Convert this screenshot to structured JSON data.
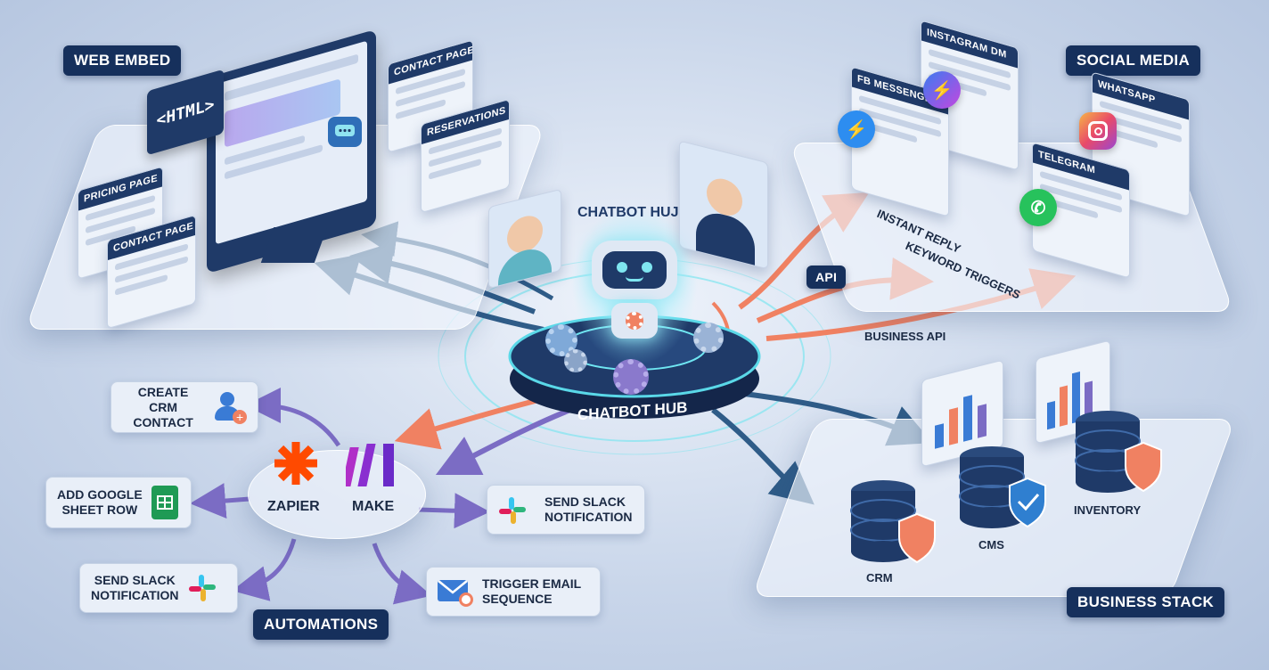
{
  "hub": {
    "title_top": "CHATBOT HUJ",
    "title_base": "CHATBOT HUB"
  },
  "web_embed": {
    "tag": "WEB EMBED",
    "html_card": "<HTML>",
    "cards": [
      "CONTACT PAGE",
      "RESERVATIONS",
      "PRICING PAGE",
      "CONTACT PAGE"
    ]
  },
  "social_media": {
    "tag": "SOCIAL MEDIA",
    "cards": [
      "INSTAGRAM DM",
      "FB MESSENGER",
      "WHATSAPP",
      "TELEGRAM"
    ],
    "flow_labels": [
      "INSTANT REPLY",
      "KEYWORD TRIGGERS"
    ],
    "api_label": "API",
    "business_api_label": "BUSINESS API"
  },
  "automations": {
    "tag": "AUTOMATIONS",
    "zapier": "ZAPIER",
    "make": "MAKE",
    "actions": [
      {
        "label": "CREATE CRM CONTACT",
        "line1": "CREATE CRM",
        "line2": "CONTACT",
        "icon": "add-user-icon"
      },
      {
        "label": "ADD GOOGLE SHEET ROW",
        "line1": "ADD GOOGLE",
        "line2": "SHEET ROW",
        "icon": "google-sheets-icon"
      },
      {
        "label": "SEND SLACK NOTIFICATION",
        "line1": "SEND SLACK",
        "line2": "NOTIFICATION",
        "icon": "slack-icon"
      },
      {
        "label": "SEND SLACK NOTIFICATION",
        "line1": "SEND SLACK",
        "line2": "NOTIFICATION",
        "icon": "slack-icon"
      },
      {
        "label": "TRIGGER EMAIL SEQUENCE",
        "line1": "TRIGGER EMAIL",
        "line2": "SEQUENCE",
        "icon": "email-clock-icon"
      }
    ]
  },
  "business_stack": {
    "tag": "BUSINESS STACK",
    "systems": [
      "CRM",
      "CMS",
      "INVENTORY"
    ]
  },
  "colors": {
    "navy": "#16305c",
    "teal": "#3fd6e0",
    "orange": "#f08162",
    "purple": "#7b6cc4",
    "blue_arrow": "#2f5c88"
  }
}
